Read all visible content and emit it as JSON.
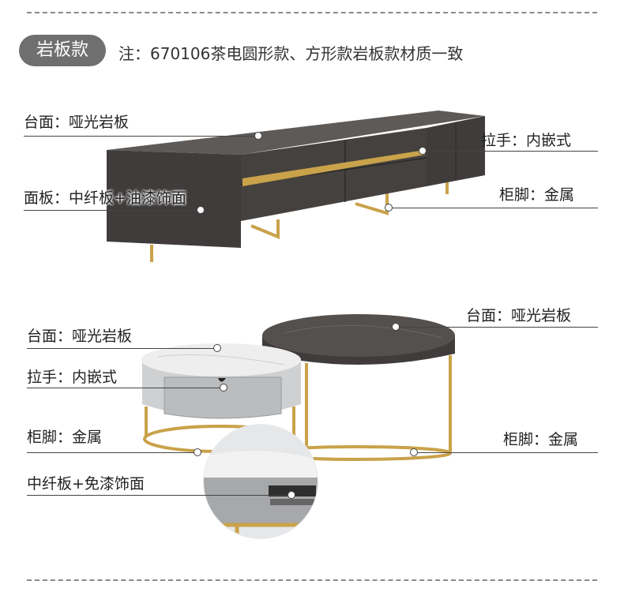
{
  "header": {
    "badge": "岩板款",
    "note": "注：670106茶电圆形款、方形款岩板款材质一致"
  },
  "tv_cabinet": {
    "top_label": "台面：哑光岩板",
    "handle_label": "拉手：内嵌式",
    "panel_label": "面板：中纤板+油漆饰面",
    "leg_label": "柜脚：金属"
  },
  "coffee_table": {
    "big_top_label": "台面：哑光岩板",
    "small_top_label": "台面：哑光岩板",
    "handle_label": "拉手：内嵌式",
    "leg_left_label": "柜脚：金属",
    "leg_right_label": "柜脚：金属",
    "panel_label": "中纤板+免漆饰面"
  },
  "colors": {
    "cabinet": "#3f3c3b",
    "gold": "#c9a24a",
    "badge": "#6f6f6f",
    "marble": "#eeeeee"
  }
}
